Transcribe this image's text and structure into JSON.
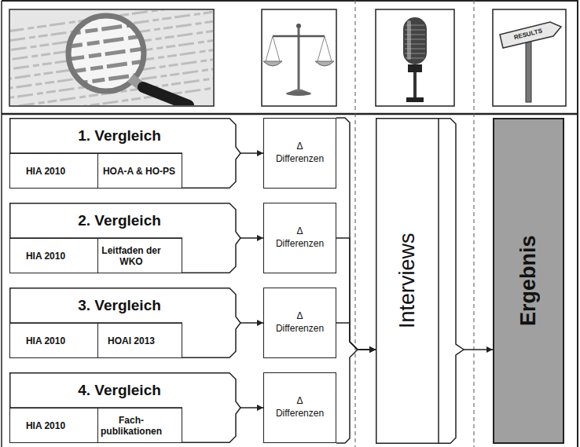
{
  "diagram": {
    "nodes": [
      {
        "text": [
          "1. Vergleich"
        ]
      },
      {
        "text": [
          "HIA 2010"
        ],
        "in": 0
      },
      {
        "text": [
          "HOA-A & HO-PS"
        ],
        "in": 0
      },
      {
        "text": [
          "Δ Differenzen"
        ]
      },
      {
        "text": [
          "2. Vergleich"
        ]
      },
      {
        "text": [
          "HIA 2010"
        ],
        "in": 4
      },
      {
        "text": [
          "Leitfaden der WKO"
        ],
        "in": 4
      },
      {
        "text": [
          "Δ Differenzen"
        ]
      },
      {
        "text": [
          "3. Vergleich"
        ]
      },
      {
        "text": [
          "HIA 2010"
        ],
        "in": 8
      },
      {
        "text": [
          "HOAI 2013"
        ],
        "in": 8
      },
      {
        "text": [
          "Δ Differenzen"
        ]
      },
      {
        "text": [
          "4. Vergleich"
        ]
      },
      {
        "text": [
          "HIA 2010"
        ],
        "in": 12
      },
      {
        "text": [
          "Fach- publikationen"
        ],
        "in": 12
      },
      {
        "text": [
          "Δ Differenzen"
        ]
      },
      {
        "text": [
          "Interviews"
        ]
      },
      {
        "text": [
          "Ergebnis"
        ]
      }
    ],
    "edges": [
      {
        "from": 0,
        "to": 3,
        "arrow": "to"
      },
      {
        "from": 4,
        "to": 7,
        "arrow": "to"
      },
      {
        "from": 8,
        "to": 11,
        "arrow": "to"
      },
      {
        "from": 12,
        "to": 15,
        "arrow": "to"
      },
      {
        "from": 3,
        "to": 16,
        "arrow": "to"
      },
      {
        "from": 7,
        "to": 16,
        "arrow": "to"
      },
      {
        "from": 11,
        "to": 16,
        "arrow": "to"
      },
      {
        "from": 15,
        "to": 16,
        "arrow": "to"
      },
      {
        "from": 16,
        "to": 17,
        "arrow": "to"
      }
    ],
    "labels": [
      "RESULTS"
    ]
  }
}
